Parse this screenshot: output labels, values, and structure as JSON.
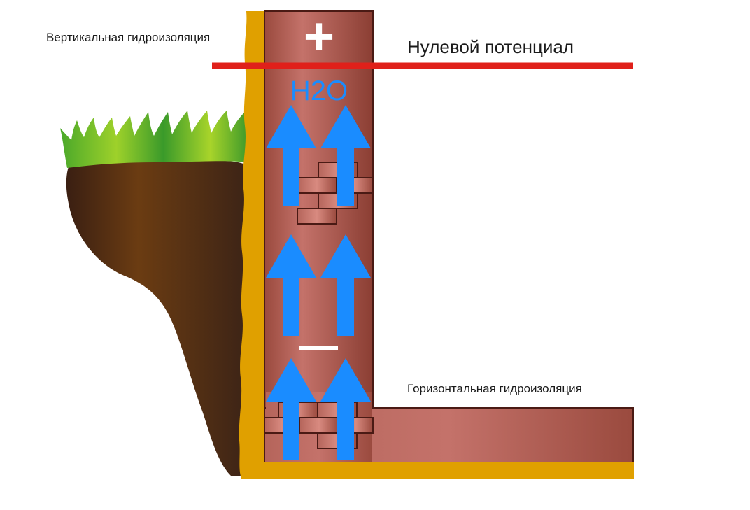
{
  "labels": {
    "vertical_waterproofing": "Вертикальная гидроизоляция",
    "zero_potential": "Нулевой потенциал",
    "horizontal_waterproofing": "Горизонтальная гидроизоляция",
    "water": "H2O",
    "plus": "+",
    "minus": "—"
  },
  "colors": {
    "zero_line": "#e0201a",
    "arrow": "#1a8cff",
    "waterproofing": "#e0a000",
    "wall_light": "#c4726a",
    "wall_dark": "#8b3e33",
    "soil": "#5a3318",
    "grass": "#6cc32a",
    "symbol": "#ffffff"
  },
  "icons": {
    "arrows": "arrow-up-icon",
    "ground": "soil-with-grass-illustration"
  }
}
